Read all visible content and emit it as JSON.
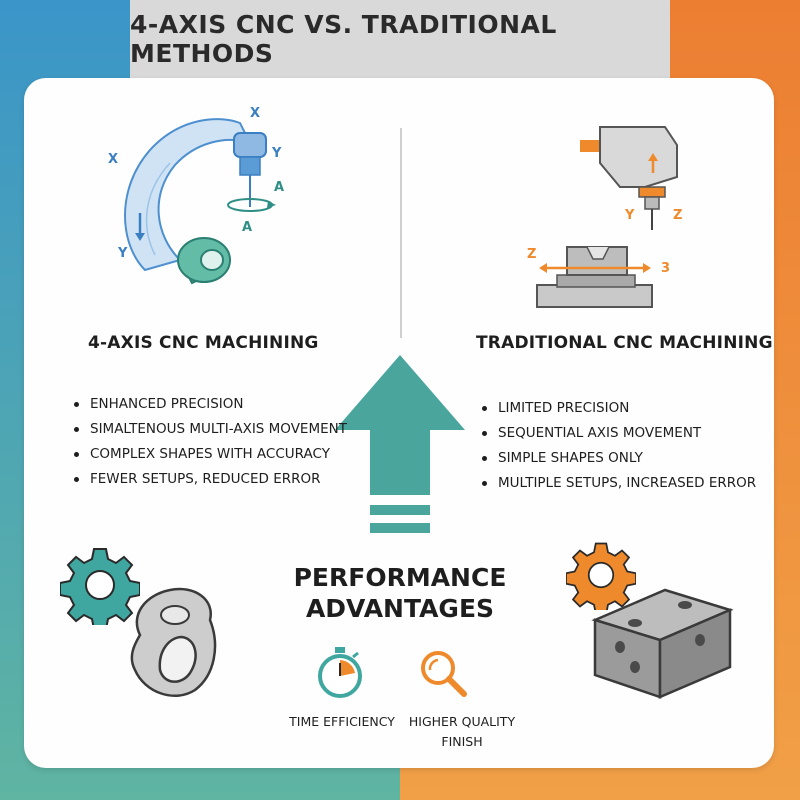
{
  "title": "4-AXIS CNC VS. TRADITIONAL METHODS",
  "left": {
    "heading": "4-AXIS CNC MACHINING",
    "axis_labels": [
      "X",
      "X",
      "Y",
      "A",
      "A",
      "Y"
    ],
    "features": [
      "ENHANCED PRECISION",
      "SIMALTENOUS MULTI-AXIS MOVEMENT",
      "COMPLEX SHAPES WITH ACCURACY",
      "FEWER SETUPS, REDUCED ERROR"
    ]
  },
  "right": {
    "heading": "TRADITIONAL CNC MACHINING",
    "axis_labels": [
      "Y",
      "Z",
      "Z",
      "3"
    ],
    "features": [
      "LIMITED PRECISION",
      "SEQUENTIAL AXIS MOVEMENT",
      "SIMPLE SHAPES ONLY",
      "MULTIPLE SETUPS, INCREASED ERROR"
    ]
  },
  "center": {
    "title_line1": "PERFORMANCE",
    "title_line2": "ADVANTAGES",
    "advantages": [
      {
        "icon": "stopwatch-icon",
        "label": "TIME EFFICIENCY"
      },
      {
        "icon": "magnifier-icon",
        "label": "HIGHER QUALITY FINISH"
      }
    ]
  },
  "colors": {
    "teal": "#3fa6a0",
    "blue": "#3a8fc7",
    "orange": "#ee8a2c",
    "gray_dark": "#5b5b5b"
  }
}
